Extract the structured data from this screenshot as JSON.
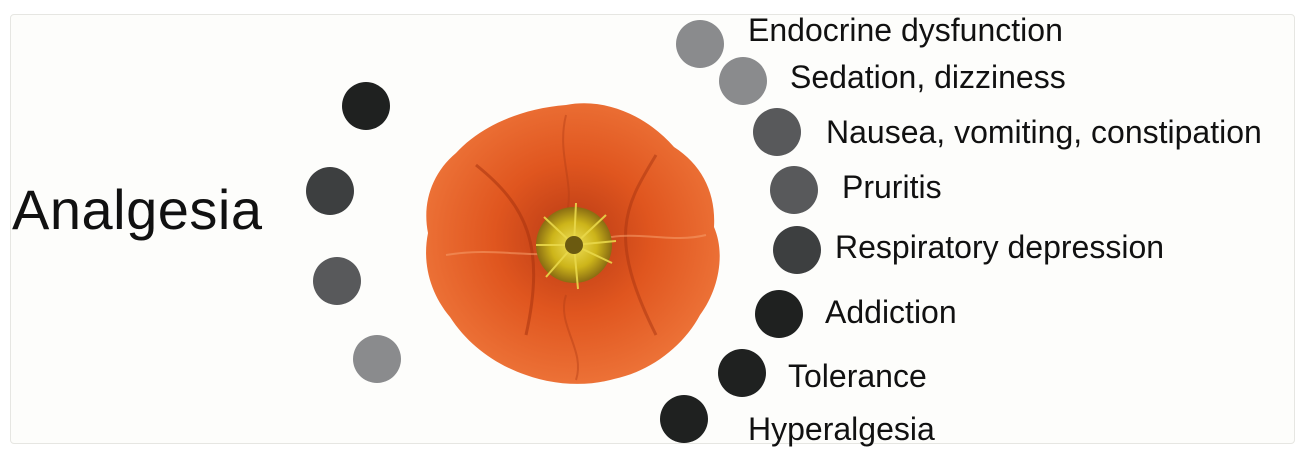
{
  "diagram": {
    "main_label": "Analgesia",
    "colors": {
      "dark": "#1f2120",
      "dark_gray": "#3d3f40",
      "mid_gray": "#58595b",
      "light_gray": "#8a8b8d",
      "poppy_petal": "#e25a27",
      "poppy_center": "#d9c51f"
    },
    "left_dots": [
      {
        "color": "#1f2120"
      },
      {
        "color": "#3d3f40"
      },
      {
        "color": "#58595b"
      },
      {
        "color": "#8a8b8d"
      }
    ],
    "side_effects": [
      {
        "label": "Endocrine dysfunction",
        "color": "#8a8b8d"
      },
      {
        "label": "Sedation, dizziness",
        "color": "#8a8b8d"
      },
      {
        "label": "Nausea, vomiting, constipation",
        "color": "#58595b"
      },
      {
        "label": "Pruritis",
        "color": "#58595b"
      },
      {
        "label": "Respiratory depression",
        "color": "#3d3f40"
      },
      {
        "label": "Addiction",
        "color": "#1f2120"
      },
      {
        "label": "Tolerance",
        "color": "#1f2120"
      },
      {
        "label": "Hyperalgesia",
        "color": "#1f2120"
      }
    ]
  }
}
